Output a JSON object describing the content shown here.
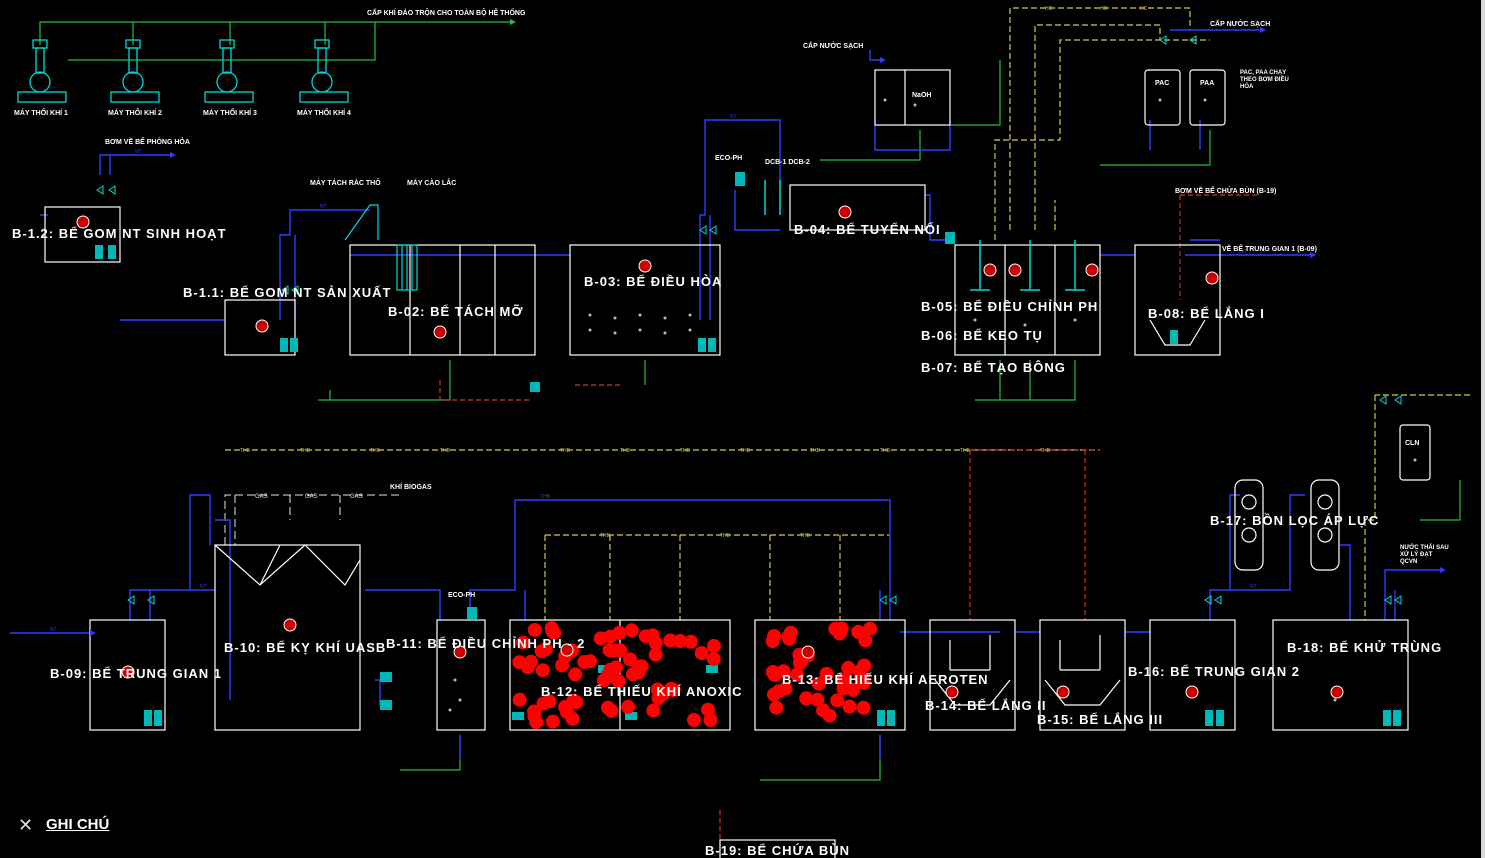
{
  "pipe_tags": {
    "nt": "NT",
    "k": "K",
    "thb": "THB",
    "gas": "GAS",
    "hc": "HC"
  },
  "equipment": {
    "blower1": "MÁY THỔI KHÍ 1",
    "blower2": "MÁY THỔI KHÍ 2",
    "blower3": "MÁY THỔI KHÍ 3",
    "blower4": "MÁY THỔI KHÍ 4",
    "air_supply": "CẤP KHÍ ĐẢO TRỘN CHO TOÀN BỘ HỆ THỐNG",
    "screen": "MÁY TÁCH RÁC THÔ",
    "fine_screen": "MÁY CÀO LẮC",
    "eco_ph1": "ECO-PH",
    "dosing": "DCB-1 DCB-2",
    "clean_water1": "CẤP NƯỚC SẠCH",
    "clean_water2": "CẤP NƯỚC SẠCH",
    "pac": "PAC",
    "naoh": "NaOH",
    "paa": "PAA",
    "pac_note": "PAC, PAA CHẠY THEO BƠM ĐIỀU HÒA",
    "cln": "CLN",
    "eco_ph2": "ECO-PH",
    "fire_water": "BƠM VỀ BỂ PHÒNG HỎA",
    "sludge_return": "BƠM VỀ BỂ CHỨA BÙN (B-19)",
    "to_tg1": "VỀ BỂ TRUNG GIAN 1 (B-09)",
    "gas_out": "KHÍ BIOGAS",
    "outlet": "NƯỚC THẢI SAU XỬ LÝ ĐẠT QCVN"
  },
  "stages": {
    "b12": "B-1.2: BỂ GOM NT SINH HOẠT",
    "b11": "B-1.1: BỂ GOM NT SẢN XUẤT",
    "b02": "B-02: BỂ TÁCH MỠ",
    "b03": "B-03: BỂ ĐIỀU HÒA",
    "b04": "B-04: BỂ TUYỂN NỔI",
    "b05": "B-05: BỂ ĐIỀU CHỈNH PH",
    "b06": "B-06: BỂ KEO TỤ",
    "b07": "B-07: BỂ TẠO BÔNG",
    "b08": "B-08: BỂ LẮNG I",
    "b09": "B-09: BỂ TRUNG GIAN 1",
    "b10": "B-10: BỂ KỴ KHÍ UASB",
    "b11x": "B-11: BỂ ĐIỀU CHỈNH PH - 2",
    "b12x": "B-12: BỂ THIẾU KHÍ ANOXIC",
    "b13": "B-13: BỂ HIẾU KHÍ AEROTEN",
    "b14": "B-14: BỂ LẮNG II",
    "b15": "B-15: BỂ LẮNG III",
    "b16": "B-16: BỂ TRUNG GIAN 2",
    "b17": "B-17: BỒN LỌC ÁP LỰC",
    "b18": "B-18: BỂ KHỬ TRÙNG",
    "b19": "B-19: BỂ CHỨA BÙN"
  },
  "legend": {
    "title": "GHI CHÚ"
  },
  "colors": {
    "background": "#000000",
    "water": "#2f3cff",
    "air": "#22c040",
    "chem": "#d6c84a",
    "sludge": "#c23a2a",
    "equipment": "#00d8d8",
    "text": "#ffffff",
    "bubble": "#ff0000"
  }
}
